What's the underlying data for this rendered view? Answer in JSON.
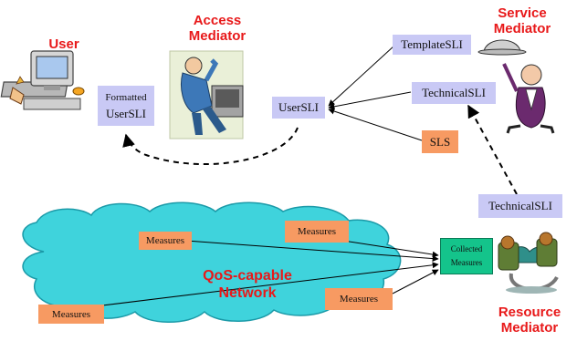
{
  "titles": {
    "user": "User",
    "access_mediator": "Access\nMediator",
    "service_mediator": "Service\nMediator",
    "resource_mediator": "Resource\nMediator"
  },
  "network_label": "QoS-capable\nNetwork",
  "boxes": {
    "formatted_usersli": {
      "line1": "Formatted",
      "line2": "UserSLI"
    },
    "usersli": "UserSLI",
    "template_sli": "TemplateSLI",
    "technical_sli_top": "TechnicalSLI",
    "sls": "SLS",
    "technical_sli_resource": "TechnicalSLI",
    "collected_measures": "Collected\nMeasures",
    "measures_1": "Measures",
    "measures_2": "Measures",
    "measures_3": "Measures",
    "measures_4": "Measures"
  },
  "colors": {
    "title_red": "#e8191a",
    "lavender_box": "#c9c9f5",
    "orange_box": "#f79a62",
    "green_box": "#14c48b",
    "cloud_fill": "#3fd3dc"
  },
  "icons": [
    "computer-user-icon",
    "frustrated-worker-icon",
    "butler-waiter-icon",
    "mechanic-plumber-icon",
    "cloud-network-icon"
  ]
}
